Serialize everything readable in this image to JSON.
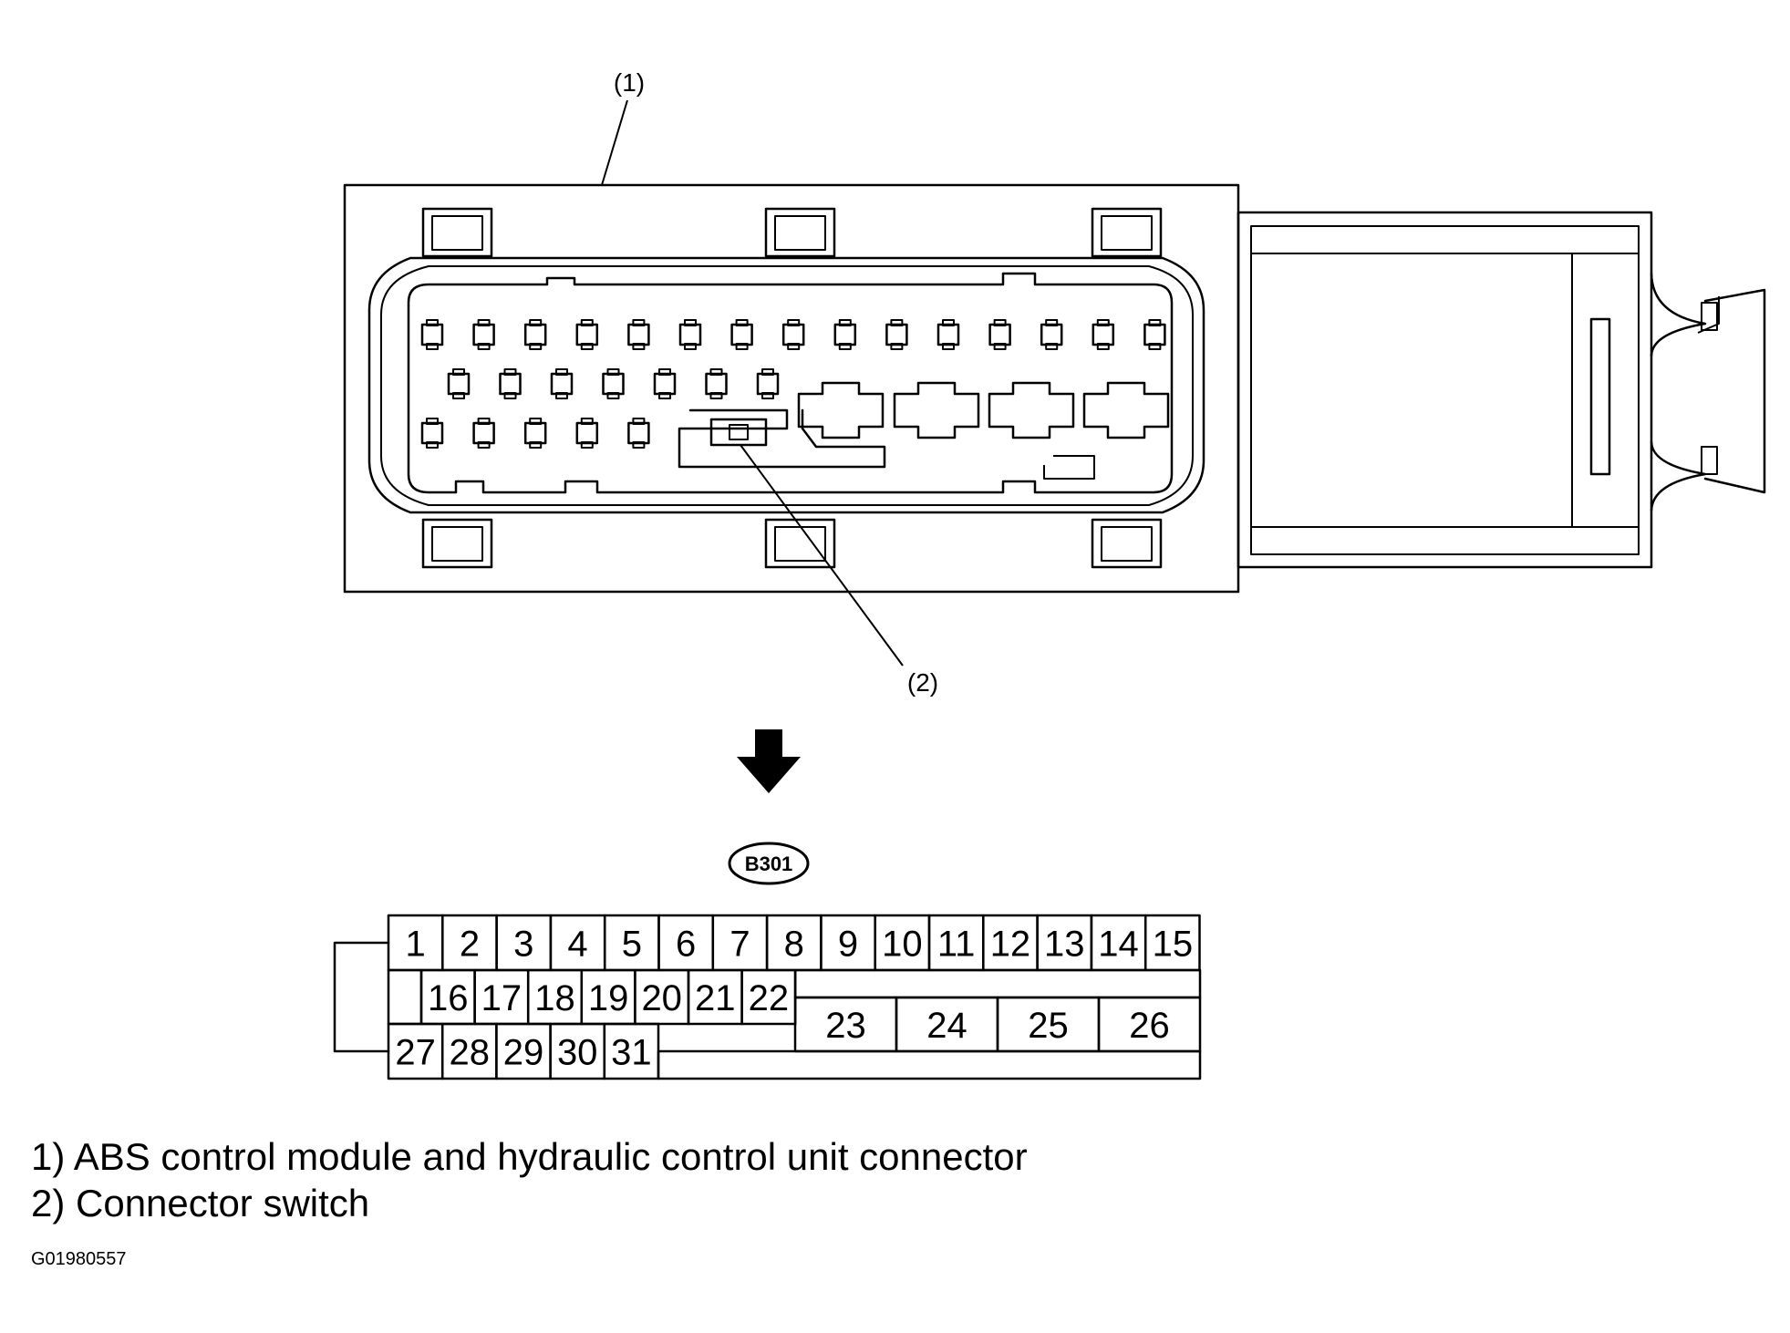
{
  "callouts": {
    "c1": "(1)",
    "c2": "(2)"
  },
  "connector_code": "B301",
  "pinout": {
    "row1": [
      "1",
      "2",
      "3",
      "4",
      "5",
      "6",
      "7",
      "8",
      "9",
      "10",
      "11",
      "12",
      "13",
      "14",
      "15"
    ],
    "row2": [
      "16",
      "17",
      "18",
      "19",
      "20",
      "21",
      "22"
    ],
    "row2_large": [
      "23",
      "24",
      "25",
      "26"
    ],
    "row3": [
      "27",
      "28",
      "29",
      "30",
      "31"
    ]
  },
  "legend": [
    "1) ABS control module and hydraulic control unit connector",
    "2) Connector switch"
  ],
  "figure_id": "G01980557"
}
